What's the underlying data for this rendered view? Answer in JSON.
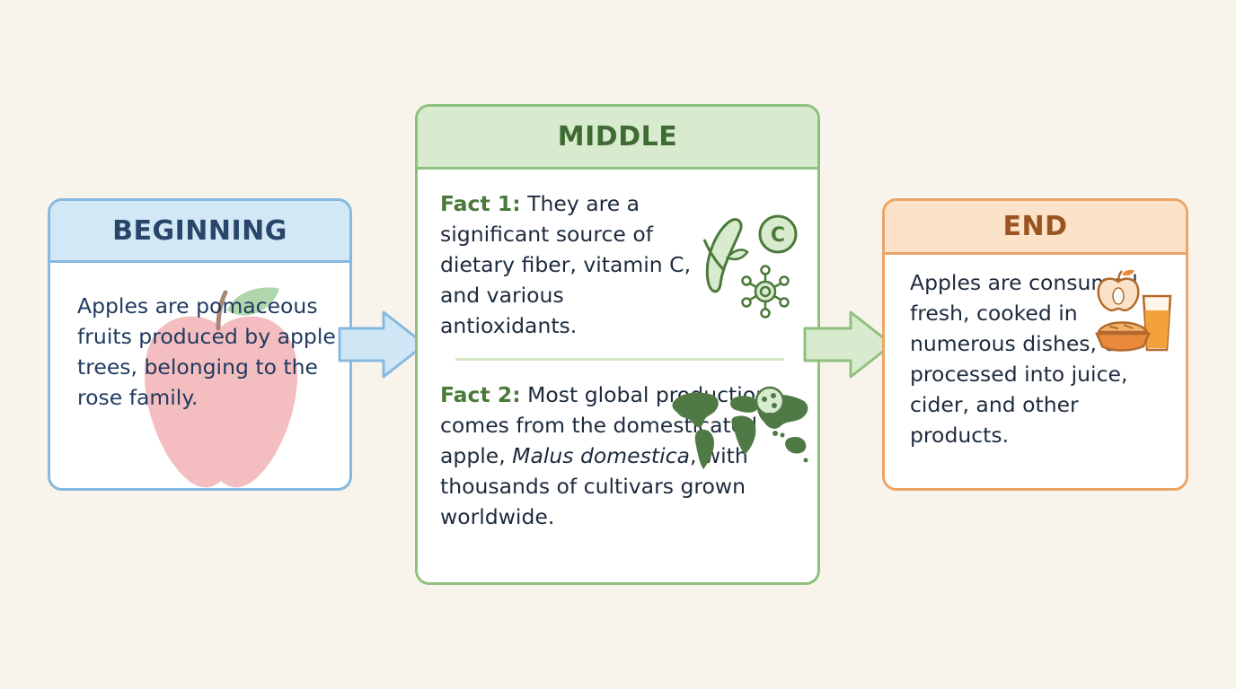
{
  "beginning": {
    "title": "BEGINNING",
    "text": "Apples are pomaceous fruits produced by apple trees, belonging to the rose family."
  },
  "middle": {
    "title": "MIDDLE",
    "fact1": {
      "label": "Fact 1:",
      "text": "They are a significant source of dietary fiber, vitamin C, and various antioxidants.",
      "vitamin_icon_letter": "C"
    },
    "fact2": {
      "label": "Fact 2:",
      "text_before": "Most global production comes from the domesticated apple, ",
      "italic": "Malus domestica",
      "text_after": ", with thousands of cultivars grown worldwide."
    }
  },
  "end": {
    "title": "END",
    "text": "Apples are consumed fresh, cooked in numerous dishes, or processed into juice, cider, and other products."
  },
  "colors": {
    "background": "#f8f4ec",
    "beginning_accent": "#86b9df",
    "middle_accent": "#8fc17e",
    "end_accent": "#eba567",
    "icon_green": "#4a7a3a"
  },
  "icons": [
    "apple-icon",
    "leaf-icon",
    "fiber-icon",
    "vitamin-c-icon",
    "antioxidant-molecule-icon",
    "world-map-icon",
    "apple-tree-icon",
    "pie-icon",
    "juice-glass-icon",
    "right-arrow-icon"
  ]
}
